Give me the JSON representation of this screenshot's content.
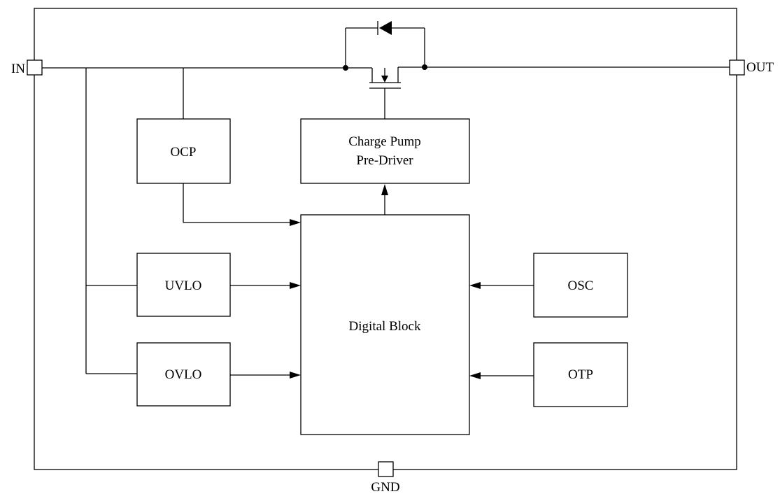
{
  "pins": {
    "in": "IN",
    "out": "OUT",
    "gnd": "GND"
  },
  "blocks": {
    "ocp": "OCP",
    "charge_pump_line1": "Charge Pump",
    "charge_pump_line2": "Pre-Driver",
    "uvlo": "UVLO",
    "ovlo": "OVLO",
    "digital_block": "Digital Block",
    "osc": "OSC",
    "otp": "OTP"
  }
}
